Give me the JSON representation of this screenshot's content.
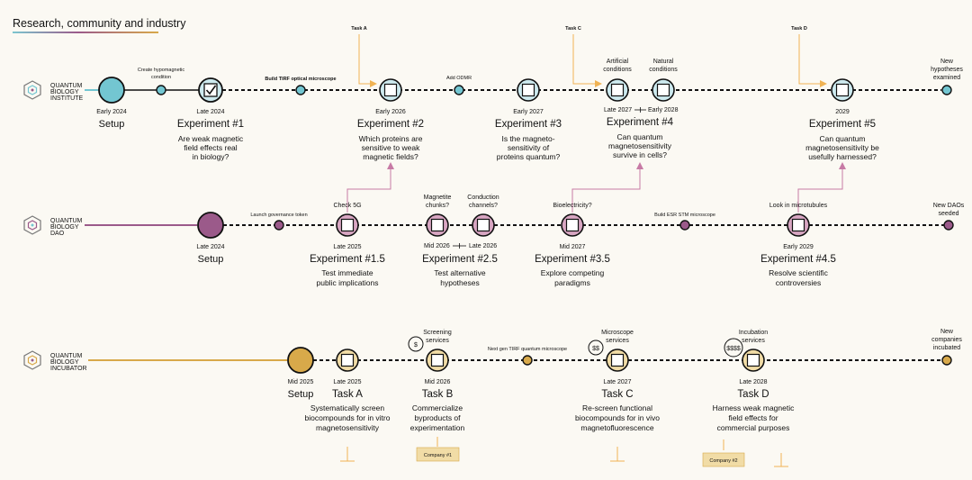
{
  "page_title": "Research, community and industry",
  "colors": {
    "institute": "#73c6d1",
    "dao": "#9b5a8a",
    "dao_light": "#d8a6c2",
    "incubator": "#d8a94a",
    "incubator_light": "#f1dca6",
    "institute_light": "#cdeaef",
    "arrow_orange": "#f0b354",
    "arrow_purple": "#c77aa5"
  },
  "rows": {
    "institute": {
      "name_lines": [
        "QUANTUM",
        "BIOLOGY",
        "INSTITUTE"
      ],
      "end_label": [
        "New",
        "hypotheses",
        "examined"
      ],
      "setup": {
        "date": "Early 2024",
        "label": "Setup"
      },
      "milestones": [
        {
          "date": "Late 2024",
          "title": "Experiment #1",
          "desc": [
            "Are weak magnetic",
            "field effects real",
            "in biology?"
          ]
        },
        {
          "date": "Early 2026",
          "title": "Experiment #2",
          "desc": [
            "Which proteins are",
            "sensitive to weak",
            "magnetic fields?"
          ]
        },
        {
          "date": "Early 2027",
          "title": "Experiment #3",
          "desc": [
            "Is the magneto-",
            "sensitivity of",
            "proteins quantum?"
          ]
        },
        {
          "date": "Late 2027",
          "date2": "Early 2028",
          "title": "Experiment #4",
          "desc": [
            "Can quantum",
            "magnetosensitivity",
            "survive in cells?"
          ],
          "top1": [
            "Artificial",
            "conditions"
          ],
          "top2": [
            "Natural",
            "conditions"
          ]
        },
        {
          "date": "2029",
          "title": "Experiment #5",
          "desc": [
            "Can quantum",
            "magnetosensitivity be",
            "usefully harnessed?"
          ]
        }
      ],
      "small": [
        {
          "label": [
            "Create hypomagnetic",
            "condition"
          ]
        },
        {
          "label": [
            "Build TIRF optical microscope"
          ]
        },
        {
          "label": [
            "Add ODMR"
          ]
        }
      ],
      "tasks": [
        "Task A",
        "Task C",
        "Task D"
      ]
    },
    "dao": {
      "name_lines": [
        "QUANTUM",
        "BIOLOGY",
        "DAO"
      ],
      "end_label": [
        "New DAOs",
        "seeded"
      ],
      "setup": {
        "date": "Late 2024",
        "label": "Setup"
      },
      "milestones": [
        {
          "date": "Late 2025",
          "title": "Experiment #1.5",
          "desc": [
            "Test immediate",
            "public implications"
          ],
          "top": [
            "Check 5G"
          ]
        },
        {
          "date": "Mid 2026",
          "date2": "Late 2026",
          "title": "Experiment #2.5",
          "desc": [
            "Test alternative",
            "hypotheses"
          ],
          "top1": [
            "Magnetite",
            "chunks?"
          ],
          "top2": [
            "Conduction",
            "channels?"
          ]
        },
        {
          "date": "Mid 2027",
          "title": "Experiment #3.5",
          "desc": [
            "Explore competing",
            "paradigms"
          ],
          "top": [
            "Bioelectricity?"
          ]
        },
        {
          "date": "Early 2029",
          "title": "Experiment #4.5",
          "desc": [
            "Resolve scientific",
            "controversies"
          ],
          "top": [
            "Look in microtubules"
          ]
        }
      ],
      "small": [
        {
          "label": [
            "Launch governance token"
          ]
        },
        {
          "label": [
            "Build ESR STM microscope"
          ]
        }
      ]
    },
    "incubator": {
      "name_lines": [
        "QUANTUM",
        "BIOLOGY",
        "INCUBATOR"
      ],
      "end_label": [
        "New",
        "companies",
        "incubated"
      ],
      "setup": {
        "date": "Mid 2025",
        "label": "Setup"
      },
      "milestones": [
        {
          "date": "Late 2025",
          "title": "Task A",
          "desc": [
            "Systematically screen",
            "biocompounds for in vitro",
            "magnetosensitivity"
          ]
        },
        {
          "date": "Mid 2026",
          "title": "Task B",
          "desc": [
            "Commercialize",
            "byproducts of",
            "experimentation"
          ],
          "top": [
            "Screening",
            "services"
          ],
          "money": "$"
        },
        {
          "date": "Late 2027",
          "title": "Task C",
          "desc": [
            "Re-screen functional",
            "biocompounds for in vivo",
            "magnetofluorescence"
          ],
          "top": [
            "Microscope",
            "services"
          ],
          "money": "$$"
        },
        {
          "date": "Late 2028",
          "title": "Task D",
          "desc": [
            "Harness weak magnetic",
            "field effects for",
            "commercial purposes"
          ],
          "top": [
            "Incubation",
            "services"
          ],
          "money": "$$$$"
        }
      ],
      "small": [
        {
          "label": [
            "Next gen TIRF quantum microscope"
          ]
        }
      ],
      "companies": [
        "Company #1",
        "Company #2"
      ]
    }
  }
}
